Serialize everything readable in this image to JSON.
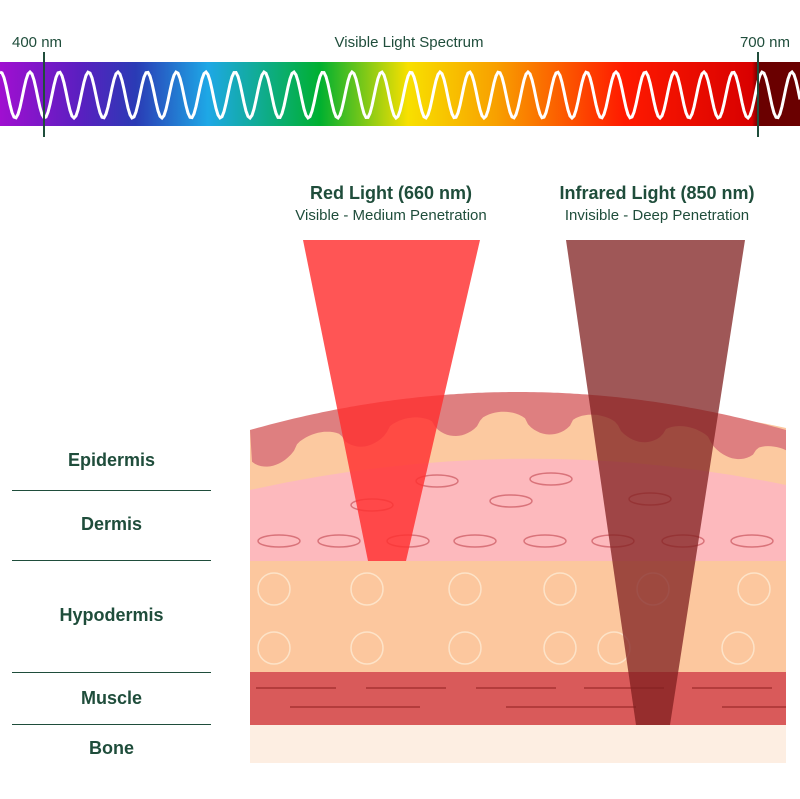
{
  "spectrum": {
    "title": "Visible Light Spectrum",
    "min_label": "400 nm",
    "max_label": "700 nm"
  },
  "beams": [
    {
      "title": "Red Light (660 nm)",
      "subtitle": "Visible - Medium Penetration",
      "color": "#ff3b3b"
    },
    {
      "title": "Infrared Light (850 nm)",
      "subtitle": "Invisible - Deep Penetration",
      "color": "#8a2626"
    }
  ],
  "layers": [
    "Epidermis",
    "Dermis",
    "Hypodermis",
    "Muscle",
    "Bone"
  ],
  "colors": {
    "text": "#1f4d3b",
    "epidermis": "#de7f80",
    "peach": "#fcc9a0",
    "dermis": "#fdb9bd",
    "muscle": "#d95a5a",
    "bone": "#fdeee2"
  }
}
